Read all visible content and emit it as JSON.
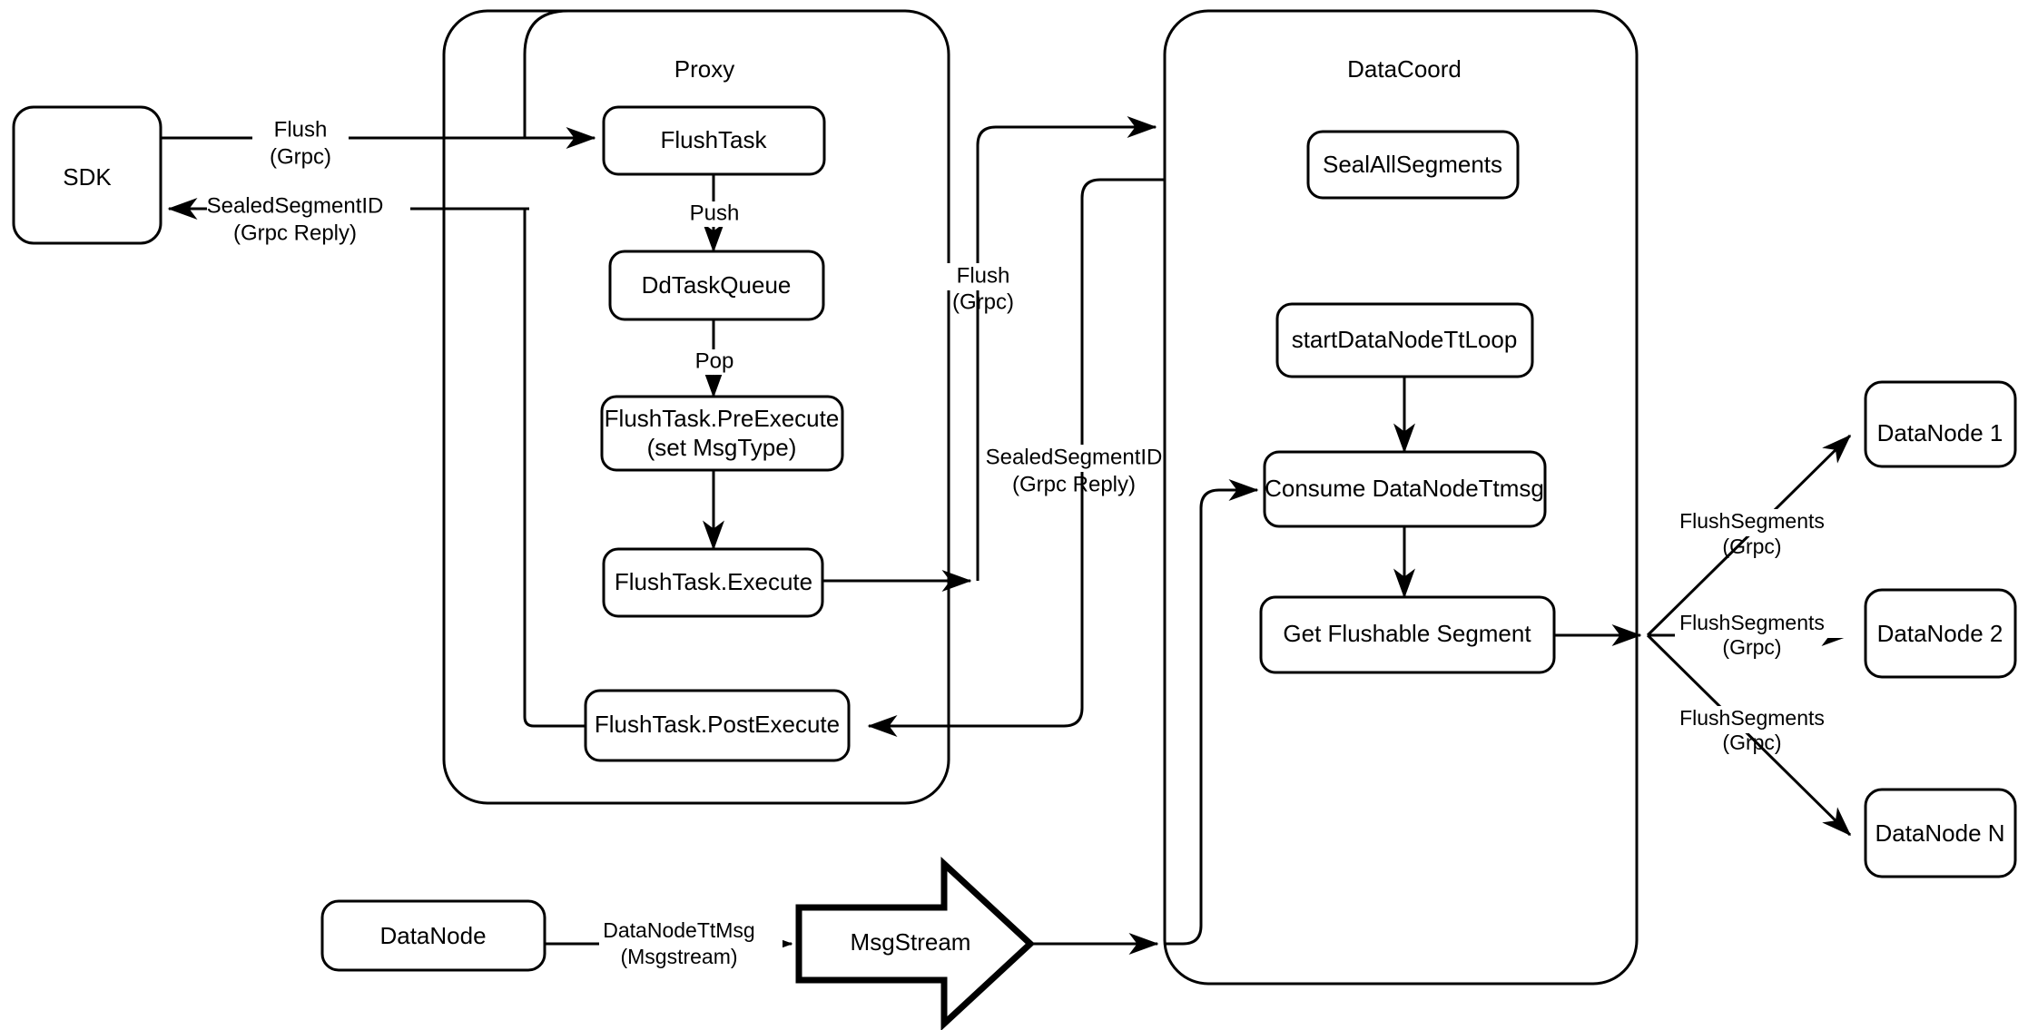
{
  "diagram": {
    "title": "Milvus Flush Sequence Architecture",
    "background_color": "#ffffff",
    "stroke_color": "#000000"
  },
  "containers": [
    {
      "id": "proxy",
      "label": "Proxy"
    },
    {
      "id": "datacoord",
      "label": "DataCoord"
    }
  ],
  "nodes": {
    "sdk": "SDK",
    "flush_task": "FlushTask",
    "dd_task_queue": "DdTaskQueue",
    "pre_execute_line1": "FlushTask.PreExecute",
    "pre_execute_line2": "(set MsgType)",
    "execute": "FlushTask.Execute",
    "post_execute": "FlushTask.PostExecute",
    "seal_all_segments": "SealAllSegments",
    "start_tt_loop": "startDataNodeTtLoop",
    "consume_tt_msg": "Consume DataNodeTtmsg",
    "get_flushable_segment": "Get Flushable Segment",
    "datanode_1": "DataNode 1",
    "datanode_2": "DataNode 2",
    "datanode_n": "DataNode N",
    "datanode_bottom": "DataNode",
    "msgstream": "MsgStream"
  },
  "edge_labels": {
    "sdk_to_proxy_l1": "Flush",
    "sdk_to_proxy_l2": "(Grpc)",
    "proxy_to_sdk_l1": "SealedSegmentID",
    "proxy_to_sdk_l2": "(Grpc Reply)",
    "push": "Push",
    "pop": "Pop",
    "proxy_to_coord_l1": "Flush",
    "proxy_to_coord_l2": "(Grpc)",
    "coord_to_proxy_l1": "SealedSegmentID",
    "coord_to_proxy_l2": "(Grpc Reply)",
    "flush_segments_1_l1": "FlushSegments",
    "flush_segments_1_l2": "(Grpc)",
    "flush_segments_2_l1": "FlushSegments",
    "flush_segments_2_l2": "(Grpc)",
    "flush_segments_n_l1": "FlushSegments",
    "flush_segments_n_l2": "(Grpc)",
    "datanode_ttmsg_l1": "DataNodeTtMsg",
    "datanode_ttmsg_l2": "(Msgstream)"
  }
}
